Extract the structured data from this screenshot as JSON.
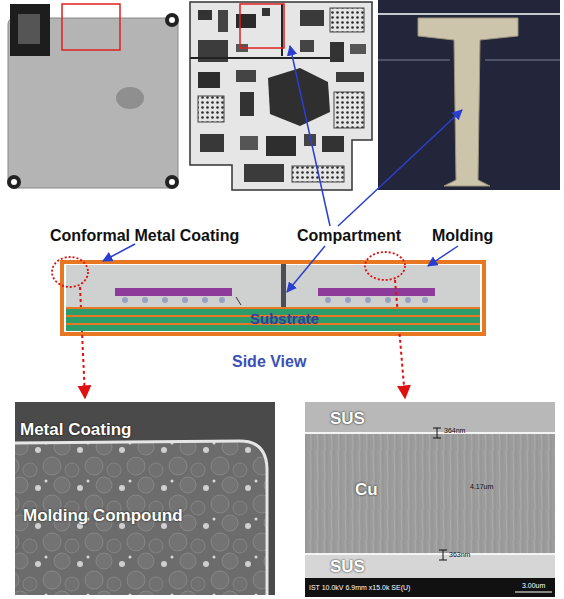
{
  "diagram": {
    "nodes": [
      {
        "text": [
          "Substrate"
        ]
      },
      {
        "text": [
          "Metal Coating",
          "Molding Compound"
        ]
      },
      {
        "text": [
          "SUS",
          "Cu",
          "SUS"
        ]
      }
    ],
    "labels": [
      "Conformal Metal Coating",
      "Compartment",
      "Molding",
      "Side View",
      "364nm",
      "4.17um",
      "363nm",
      "IST 10.0kV 6.9mm x15.0k SE(U)",
      "3.00um"
    ]
  }
}
